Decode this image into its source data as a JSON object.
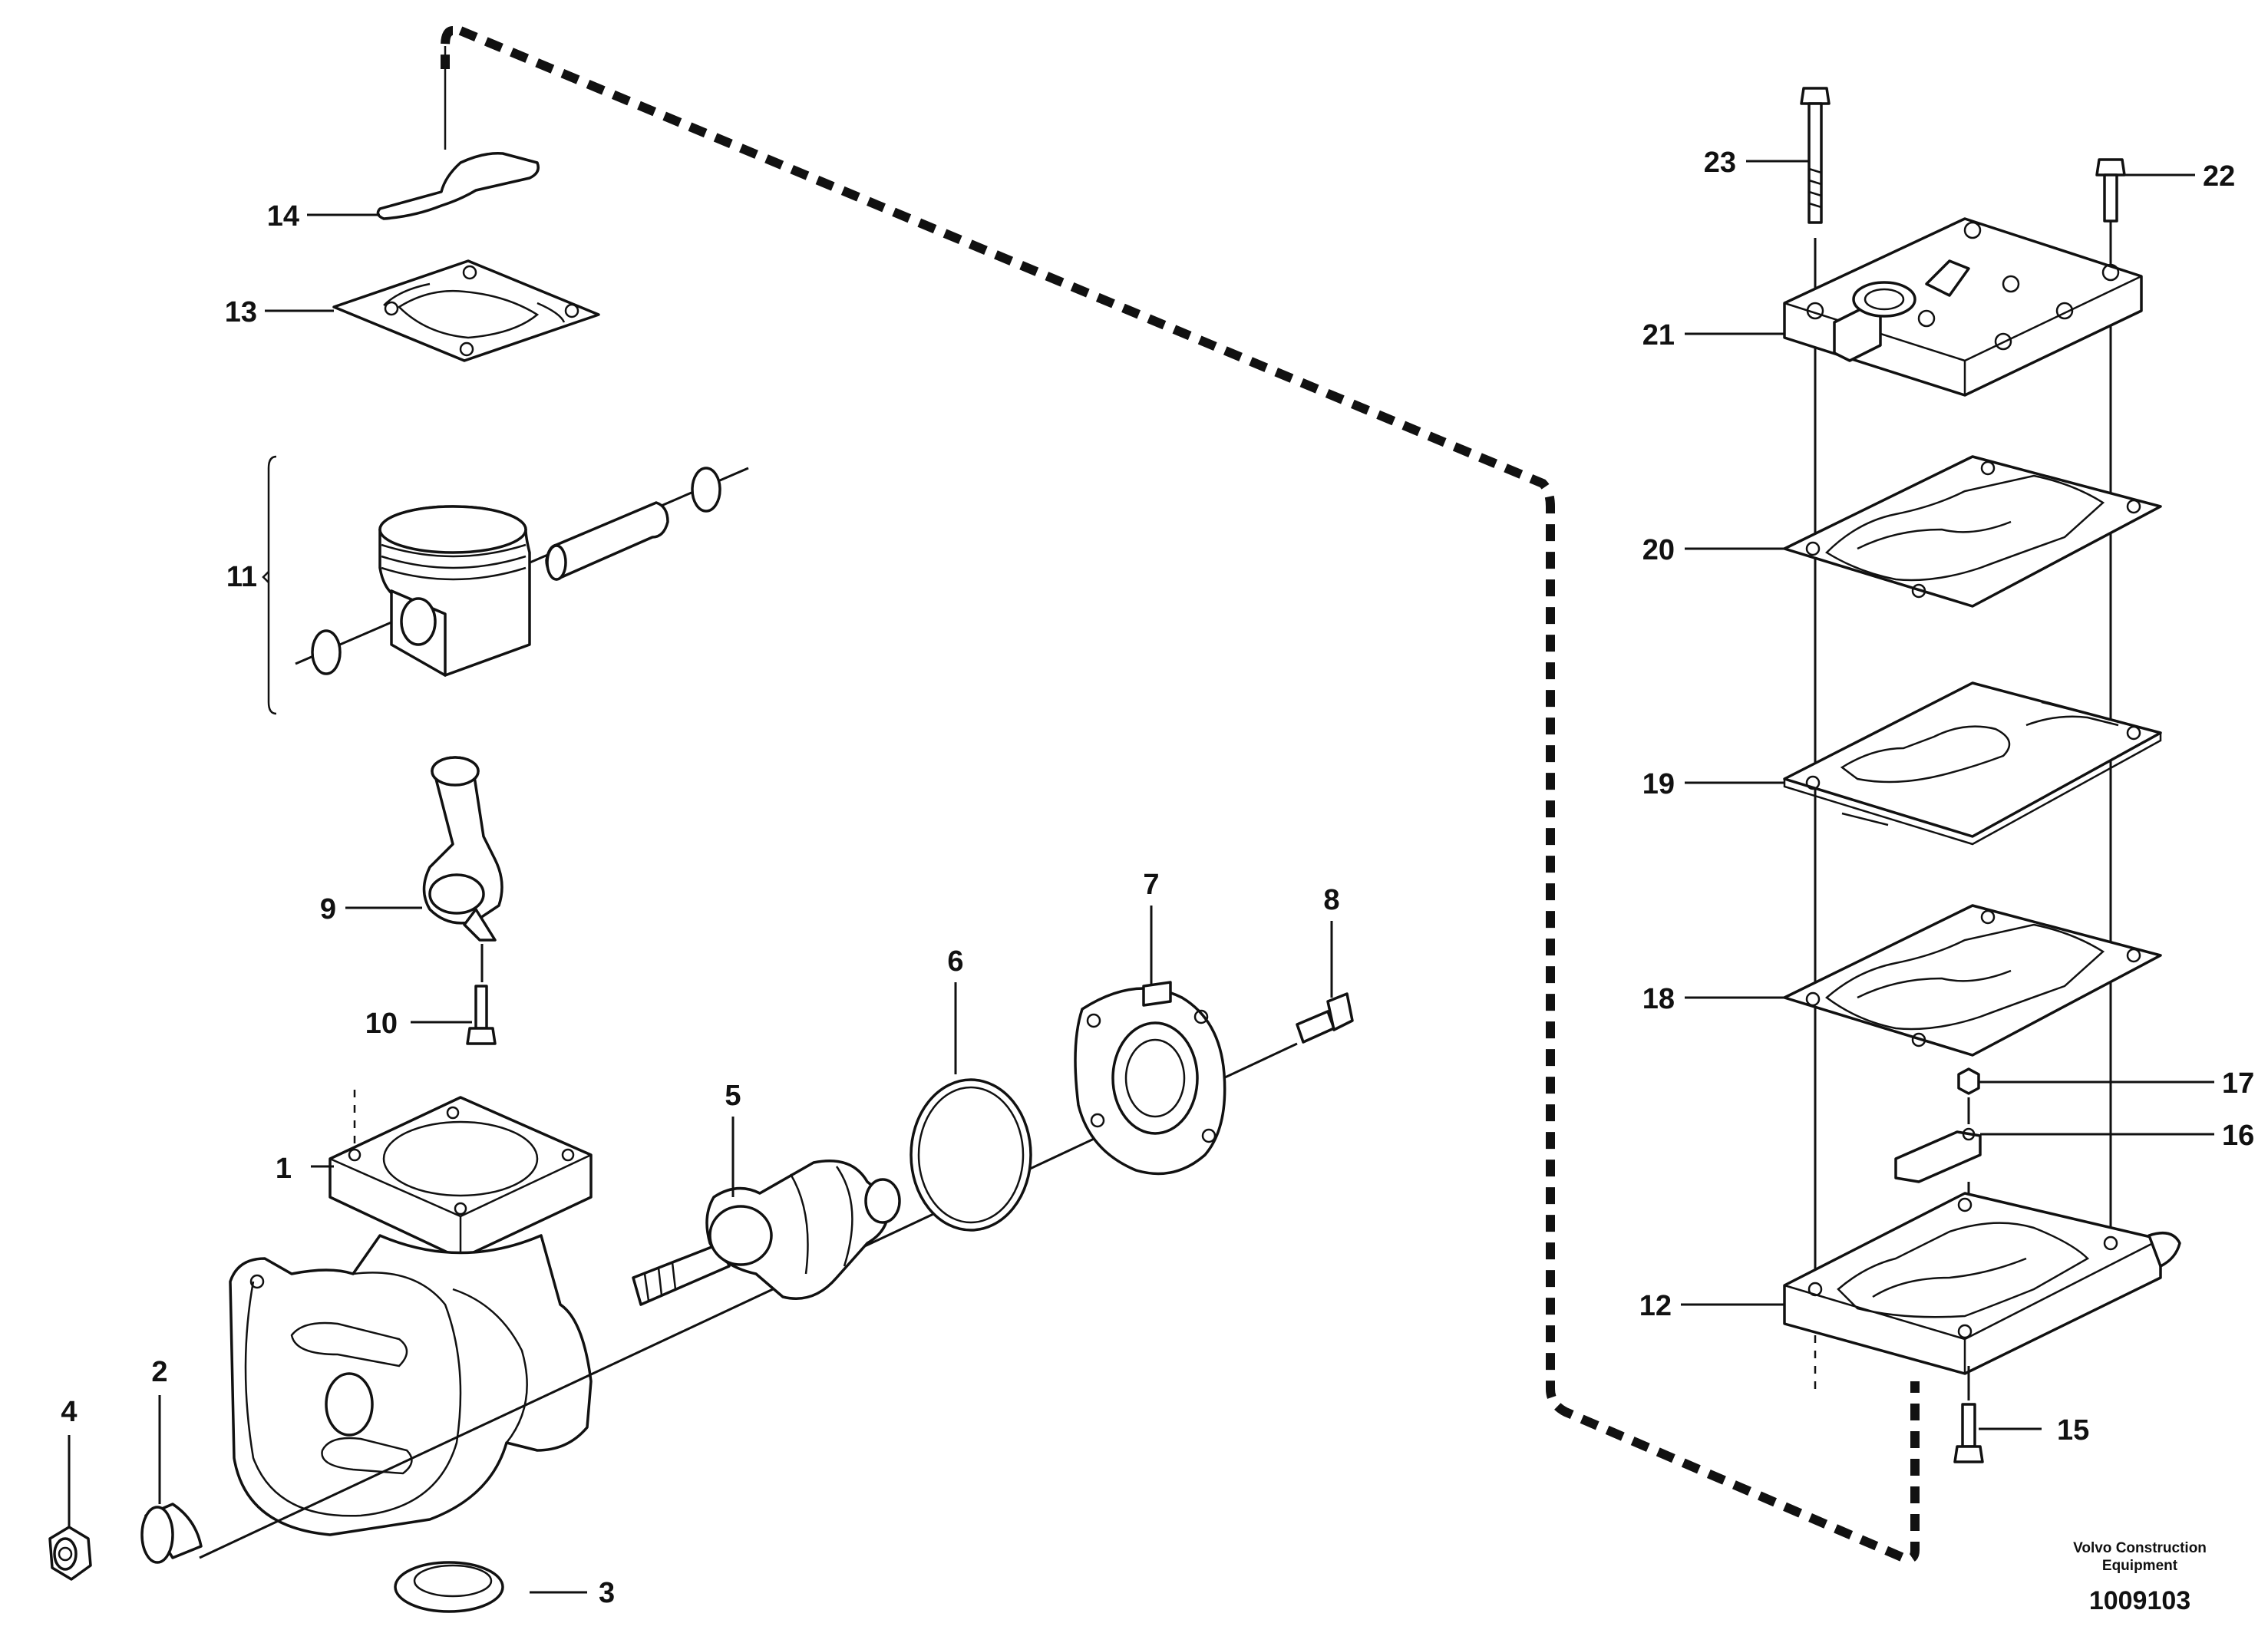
{
  "callouts": {
    "p1": "1",
    "p2": "2",
    "p3": "3",
    "p4": "4",
    "p5": "5",
    "p6": "6",
    "p7": "7",
    "p8": "8",
    "p9": "9",
    "p10": "10",
    "p11": "11",
    "p12": "12",
    "p13": "13",
    "p14": "14",
    "p15": "15",
    "p16": "16",
    "p17": "17",
    "p18": "18",
    "p19": "19",
    "p20": "20",
    "p21": "21",
    "p22": "22",
    "p23": "23"
  },
  "footer": {
    "brand_line1": "Volvo Construction",
    "brand_line2": "Equipment",
    "figure_number": "1009103"
  }
}
